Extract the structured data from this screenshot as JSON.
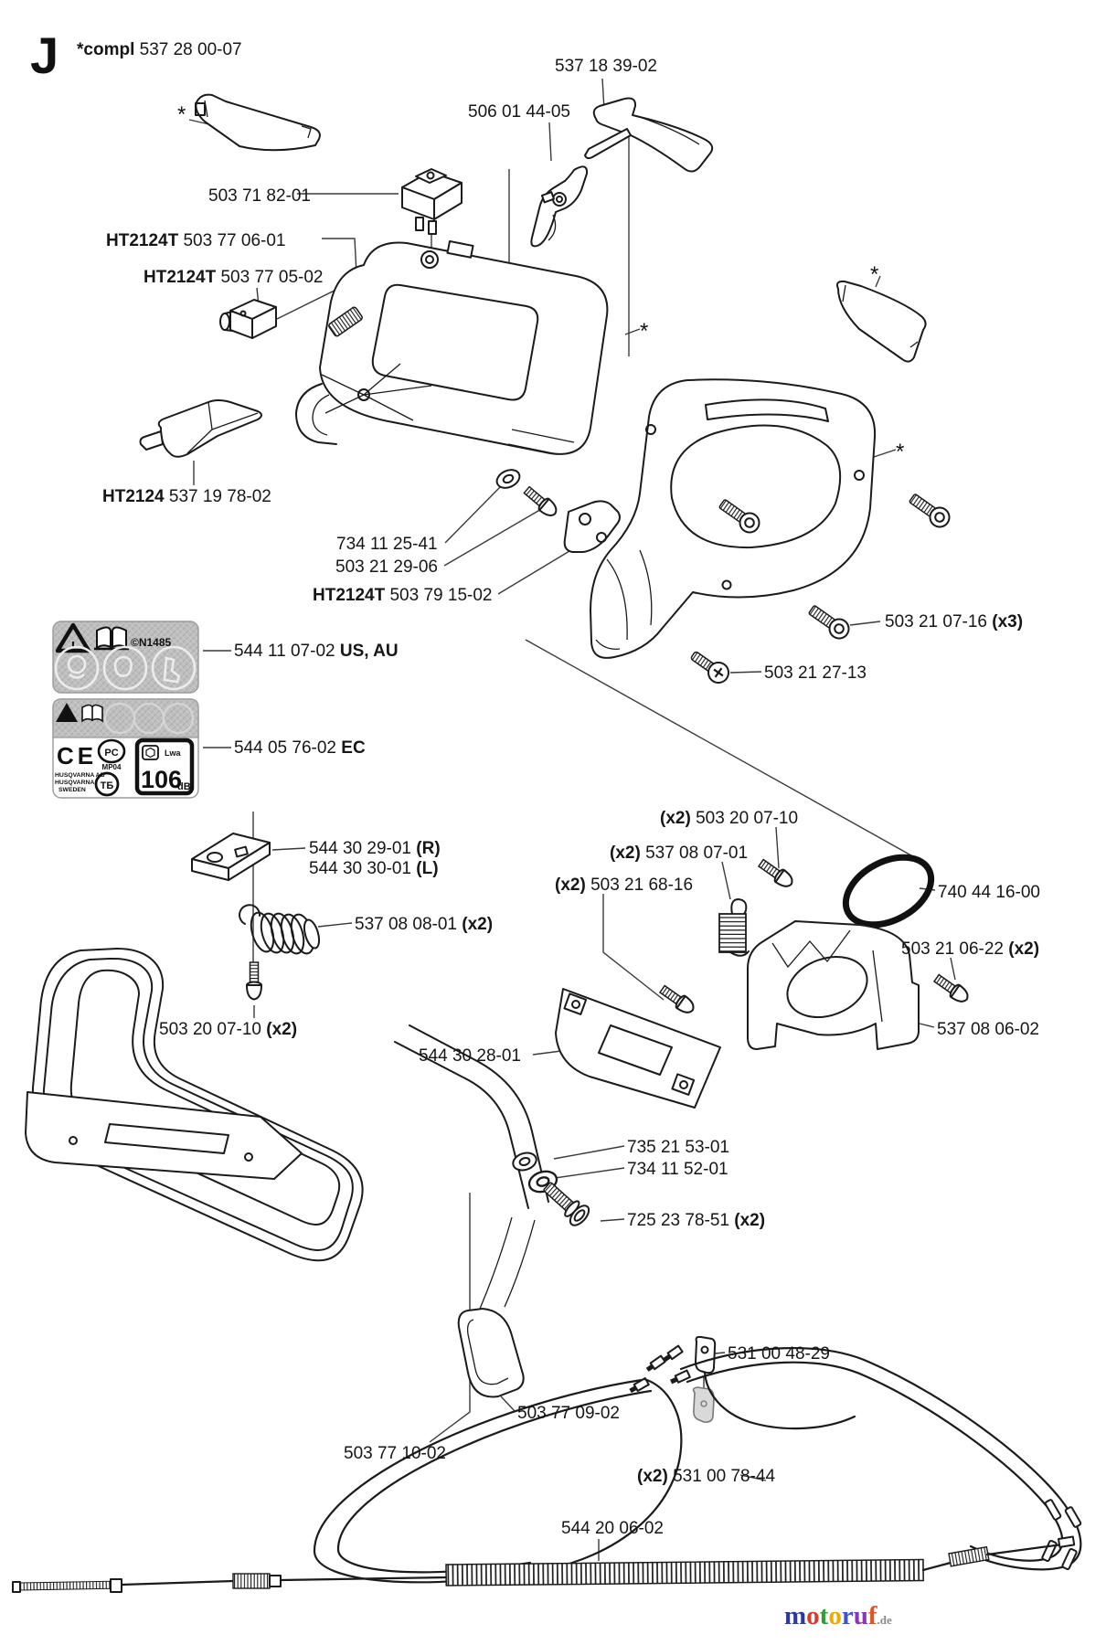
{
  "page": {
    "letter": "J",
    "bg": "#ffffff",
    "line_color": "#1b1b1b",
    "star": "*"
  },
  "labels": {
    "compl": {
      "pre": "*compl",
      "text": " 537 28 00-07"
    },
    "p537183902": {
      "text": "537 18 39-02"
    },
    "p506014405": {
      "text": "506 01 44-05"
    },
    "p503718201": {
      "text": "503 71 82-01"
    },
    "p503770601": {
      "pre": "HT2124T",
      "text": " 503 77 06-01"
    },
    "p503770502": {
      "pre": "HT2124T",
      "text": " 503 77 05-02"
    },
    "p537197802": {
      "pre": "HT2124",
      "text": " 537 19 78-02"
    },
    "p734112541": {
      "text": "734 11 25-41"
    },
    "p503212906": {
      "text": "503 21 29-06"
    },
    "p503791502": {
      "pre": "HT2124T",
      "text": " 503 79 15-02"
    },
    "p544110702": {
      "text": "544 11 07-02 ",
      "post": "US, AU"
    },
    "p544057602": {
      "text": "544 05 76-02 ",
      "post": "EC"
    },
    "p503210716": {
      "text": "503 21 07-16 ",
      "post": "(x3)"
    },
    "p503212713": {
      "text": "503 21 27-13"
    },
    "p503200710a": {
      "pre": "(x2)",
      "text": " 503 20 07-10"
    },
    "p537080701": {
      "pre": "(x2)",
      "text": " 537 08 07-01"
    },
    "p503216816": {
      "pre": "(x2)",
      "text": " 503 21 68-16"
    },
    "p740441600": {
      "text": "740 44 16-00"
    },
    "p503210622": {
      "text": "503 21 06-22 ",
      "post": "(x2)"
    },
    "p537080602": {
      "text": "537 08 06-02"
    },
    "p5443029": {
      "text": "544 30 29-01 ",
      "post": "(R)"
    },
    "p5443030": {
      "text": "544 30 30-01 ",
      "post": "(L)"
    },
    "p537080801": {
      "text": "537 08 08-01 ",
      "post": "(x2)"
    },
    "p503200710b": {
      "text": "503 20 07-10 ",
      "post": "(x2)"
    },
    "p544302801": {
      "text": "544 30 28-01"
    },
    "p735215301": {
      "text": "735 21 53-01"
    },
    "p734115201": {
      "text": "734 11 52-01"
    },
    "p725237851": {
      "text": "725 23 78-51 ",
      "post": "(x2)"
    },
    "p531004829": {
      "text": "531 00 48-29"
    },
    "p503770902": {
      "text": "503 77 09-02"
    },
    "p503771002": {
      "text": "503 77 10-02"
    },
    "p531007844": {
      "pre": "(x2)",
      "text": " 531 00 78-44"
    },
    "p544200602": {
      "text": "544 20 06-02"
    }
  },
  "stickers": {
    "us": {
      "cert": "©N1485",
      "warn": "!"
    },
    "ec": {
      "warn": "!",
      "ce": "CE",
      "pct": "PC",
      "pct_sub": "MP04",
      "maker_line1": "HUSQVARNA AB",
      "maker_line2": "HUSQVARNA",
      "maker_line3": "SWEDEN",
      "tb": "ТБ",
      "noise_sym": "Lwa",
      "noise_value": "106",
      "noise_unit": "dB"
    }
  },
  "logo": {
    "letters": [
      {
        "ch": "m",
        "color": "#2b3a9e"
      },
      {
        "ch": "o",
        "color": "#d93a2b"
      },
      {
        "ch": "t",
        "color": "#2e9e3a"
      },
      {
        "ch": "o",
        "color": "#edaa00"
      },
      {
        "ch": "r",
        "color": "#3b55c4"
      },
      {
        "ch": "u",
        "color": "#8a36b8"
      },
      {
        "ch": "f",
        "color": "#e0542a"
      }
    ],
    "suffix": ".de",
    "suffix_color": "#8a8a8a"
  }
}
